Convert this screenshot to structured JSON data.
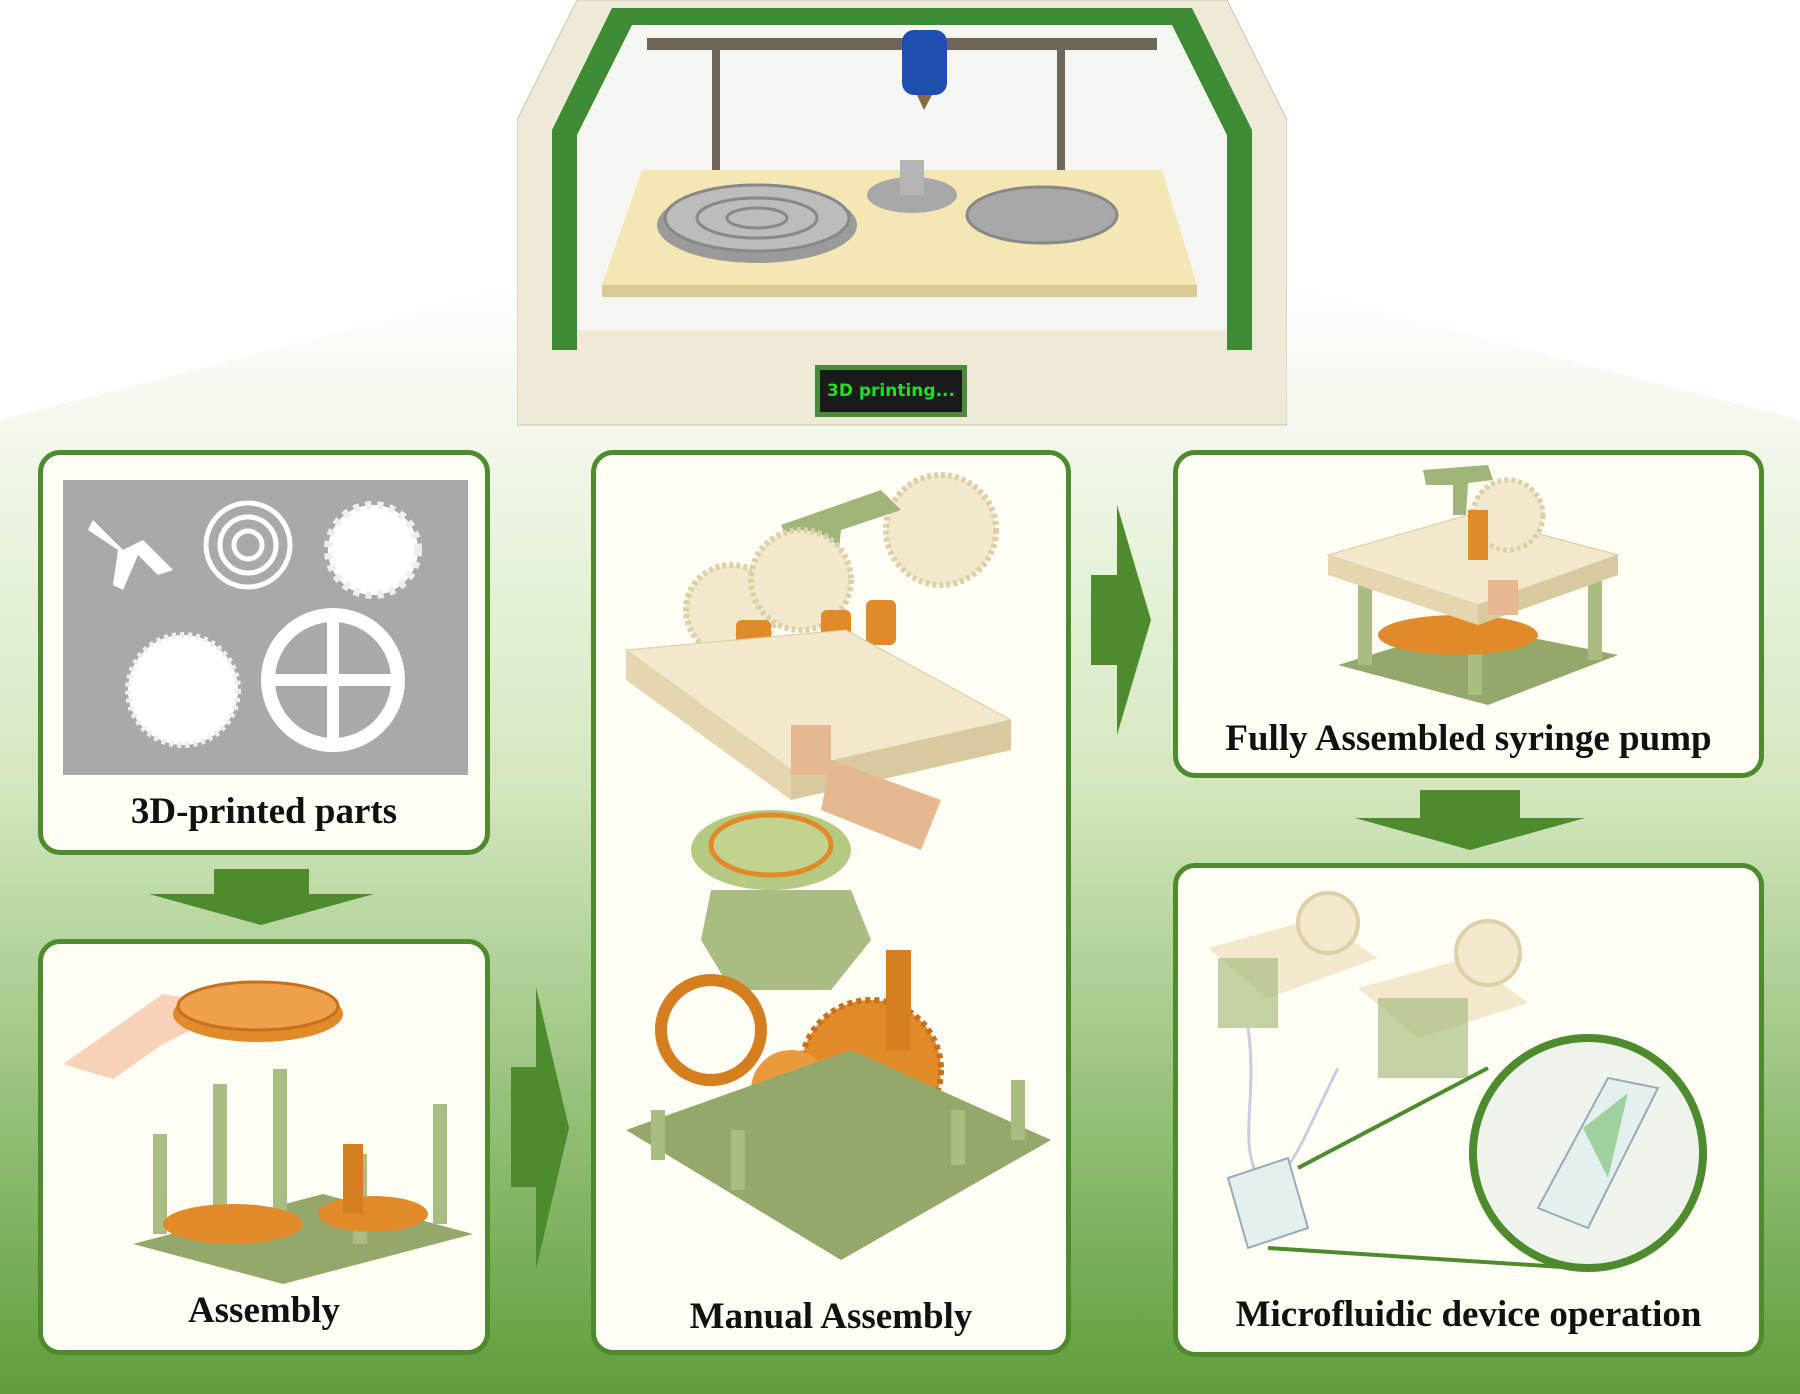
{
  "printer": {
    "screen_text": "3D printing..."
  },
  "panels": {
    "parts": {
      "caption": "3D-printed parts"
    },
    "assembly": {
      "caption": "Assembly"
    },
    "manual": {
      "caption": "Manual Assembly"
    },
    "full": {
      "caption": "Fully Assembled syringe pump"
    },
    "micro": {
      "caption": "Microfluidic device operation"
    }
  },
  "colors": {
    "green": "#4e8a2e",
    "orange": "#e08a2a",
    "cream": "#f2e6c8",
    "olive": "#93a86a"
  }
}
